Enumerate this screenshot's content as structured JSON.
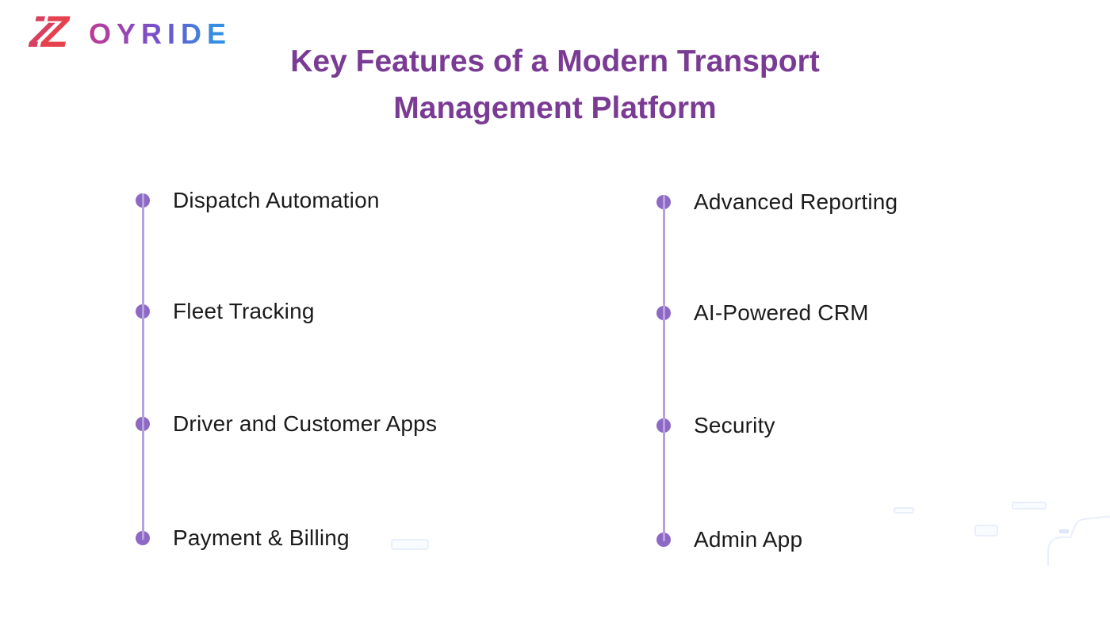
{
  "logo": {
    "brand": "ZOYRIDE",
    "z_mark": "Z",
    "wordmark": "OYRIDE",
    "gradient_start": "#bf3a94",
    "gradient_end": "#2f93e6",
    "z_color": "#e6414f"
  },
  "title": {
    "line1": "Key Features of a Modern Transport",
    "line2": "Management Platform"
  },
  "columns": {
    "left": {
      "items": [
        "Dispatch Automation",
        "Fleet Tracking",
        "Driver and Customer Apps",
        "Payment & Billing"
      ]
    },
    "right": {
      "items": [
        "Advanced Reporting",
        "AI-Powered CRM",
        "Security",
        "Admin App"
      ]
    }
  },
  "theme": {
    "background": "#ffffff",
    "title_color": "#7a3b94",
    "dot_color": "#8d68c5",
    "line_color": "#b6a3dc",
    "text_color": "#1b1b1b"
  }
}
